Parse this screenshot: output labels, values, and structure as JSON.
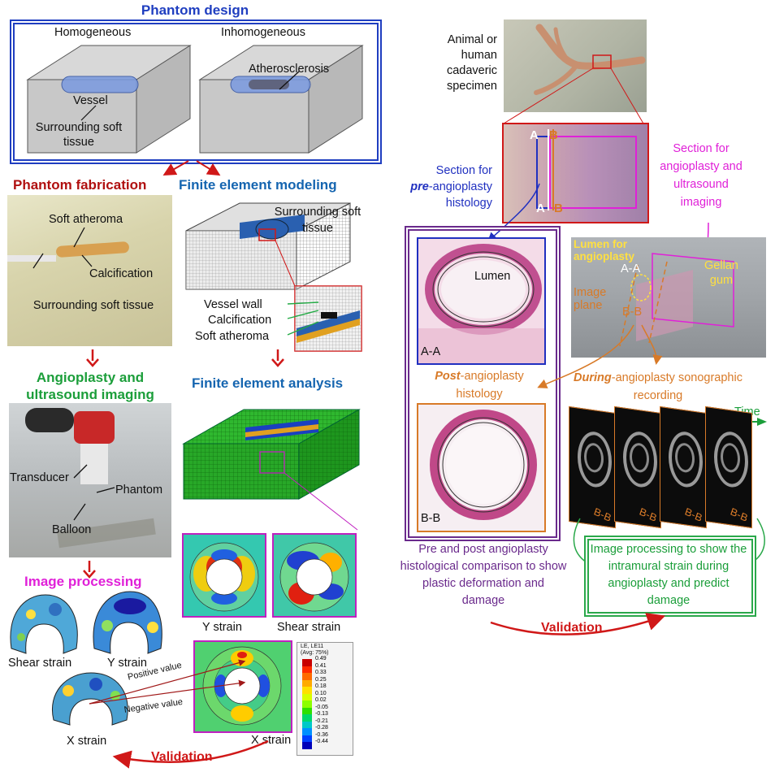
{
  "phantom_design": {
    "title": "Phantom design",
    "homogeneous": "Homogeneous",
    "inhomogeneous": "Inhomogeneous",
    "vessel": "Vessel",
    "surrounding_soft_tissue": "Surrounding soft tissue",
    "atherosclerosis": "Atherosclerosis"
  },
  "phantom_fabrication": {
    "title": "Phantom fabrication",
    "soft_atheroma": "Soft atheroma",
    "calcification": "Calcification",
    "surrounding_soft_tissue": "Surrounding soft tissue"
  },
  "fem_modeling": {
    "title": "Finite element modeling",
    "surrounding_soft_tissue": "Surrounding soft tissue",
    "vessel_wall": "Vessel wall",
    "calcification": "Calcification",
    "soft_atheroma": "Soft atheroma"
  },
  "angioplasty_imaging": {
    "title": "Angioplasty and ultrasound imaging",
    "transducer": "Transducer",
    "phantom": "Phantom",
    "balloon": "Balloon"
  },
  "fea": {
    "title": "Finite element analysis",
    "y_strain": "Y strain",
    "shear_strain": "Shear strain",
    "x_strain": "X strain"
  },
  "image_processing": {
    "title": "Image processing",
    "shear_strain": "Shear strain",
    "y_strain": "Y strain",
    "x_strain": "X strain",
    "positive_value": "Positive value",
    "negative_value": "Negative value"
  },
  "colorbar": {
    "header1": "LE, LE11",
    "header2": "(Avg: 75%)",
    "ticks": [
      "0.49",
      "0.41",
      "0.33",
      "0.25",
      "0.18",
      "0.10",
      "0.02",
      "-0.05",
      "-0.13",
      "-0.21",
      "-0.28",
      "-0.36",
      "-0.44"
    ],
    "colors": [
      "#c80000",
      "#ff2a00",
      "#ff6a00",
      "#ffaa00",
      "#ffe000",
      "#d8ff00",
      "#8cff00",
      "#2ee000",
      "#00d86c",
      "#00c8c8",
      "#0090ff",
      "#0040ff",
      "#0000b8"
    ]
  },
  "validation_left": "Validation",
  "specimen": {
    "label": "Animal or human cadaveric specimen",
    "aa": "A",
    "b": "B",
    "section_pre_1": "Section for",
    "section_pre_2": "pre",
    "section_pre_3": "-angioplasty histology",
    "section_angio": "Section for angioplasty and ultrasound imaging"
  },
  "histology": {
    "lumen": "Lumen",
    "aa": "A-A",
    "bb": "B-B",
    "post_1": "Post",
    "post_2": "-angioplasty histology",
    "comparison": "Pre and post angioplasty histological comparison to show plastic deformation and damage"
  },
  "setup": {
    "lumen_for": "Lumen for angioplasty",
    "aa": "A-A",
    "gellan": "Gellan gum",
    "image_plane": "Image plane",
    "bb": "B-B",
    "during_1": "During",
    "during_2": "-angioplasty sonographic recording"
  },
  "ultrasound": {
    "time": "Time",
    "frame_label": "B-B",
    "processing": "Image processing to show the intramural strain during angioplasty and predict damage"
  },
  "validation_right": "Validation",
  "colors": {
    "blue_title": "#1f3ec0",
    "red_title": "#b01010",
    "teal_title": "#1565b0",
    "green_title": "#1b9e3a",
    "magenta_title": "#e020d8",
    "purple": "#6a2a8c",
    "orange": "#d87a28",
    "red_arrow": "#d01818",
    "green_box": "#2aa84a"
  }
}
